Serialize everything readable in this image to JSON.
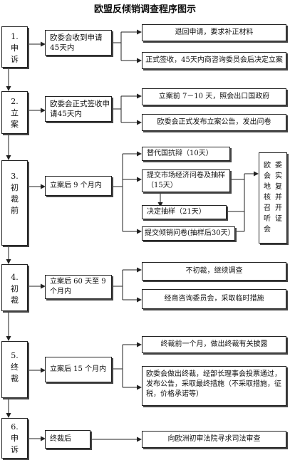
{
  "title": "欧盟反倾销调查程序图示",
  "stages": [
    {
      "num": "1.",
      "lines": [
        "申",
        "诉"
      ]
    },
    {
      "num": "2.",
      "lines": [
        "立",
        "案"
      ]
    },
    {
      "num": "3.",
      "lines": [
        "初",
        "裁",
        "前"
      ]
    },
    {
      "num": "4.",
      "lines": [
        "初",
        "裁"
      ]
    },
    {
      "num": "5.",
      "lines": [
        "终",
        "裁"
      ]
    },
    {
      "num": "6.",
      "lines": [
        "申",
        "诉"
      ]
    }
  ],
  "mid": [
    "欧委会收到申请45天内",
    "欧委会正式签收申请45天内",
    "立案后 9 个月内",
    "立案后 60 天至 9 个月内",
    "立案后 15 个月内",
    "终裁后"
  ],
  "right": {
    "s1": [
      "退回申请，要求补正材料",
      "正式签收，45天内商咨询委员会后决定立案"
    ],
    "s2": [
      "立案前 7－10 天，照会出口国政府",
      "欧委会正式发布立案公告，发出问卷"
    ],
    "s3": [
      "替代国抗辩（10天）",
      "提交市场经济问卷及抽样（15天）",
      "决定抽样（21天）",
      "提交倾销问卷(抽样后30天）"
    ],
    "s3_side": [
      "欧",
      "委",
      "会",
      "实",
      "地",
      "复",
      "核",
      "并",
      "召",
      "开",
      "听",
      "证",
      "会"
    ],
    "s4": [
      "不初裁，继续调查",
      "经商咨询委员会，采取临时措施"
    ],
    "s5": [
      "终裁前一个月，做出终裁有关披露",
      "欧委会做出终裁，经部长理事会投票通过，发布公告，采取最终措施（不采取措施，征税，价格承诺等）"
    ],
    "s6": [
      "向欧洲初审法院寻求司法审查"
    ]
  }
}
